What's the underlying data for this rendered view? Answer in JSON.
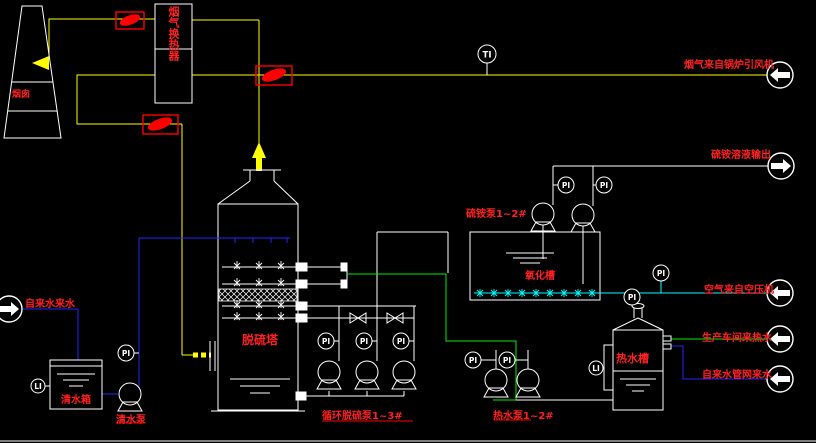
{
  "colors": {
    "background": "#000000",
    "outline": "#FFFFFF",
    "flue_gas_line": "#FFFF00",
    "water_line": "#2424FF",
    "hot_water_line": "#00EE00",
    "air_line": "#00FFFF",
    "label_red": "#FF2020"
  },
  "equipment": {
    "chimney": "烟囱",
    "heat_exchanger": "烟气换热器",
    "tower": "脱硫塔",
    "oxidation_tank": "氧化槽",
    "hot_water_tank": "热水槽",
    "clean_water_tank": "清水箱"
  },
  "pumps": {
    "circulation": "循环脱硫泵1~3#",
    "sulfate": "硫铵泵1~2#",
    "hot_water": "热水泵1~2#",
    "clean_water": "清水泵"
  },
  "streams": {
    "flue_gas_in": "烟气来自锅炉引风机",
    "sulfate_solution_out": "硫铵溶液输出",
    "air_in": "空气来自空压机",
    "hot_water_in": "生产车间来热水",
    "tap_water_in_right": "自来水管网来水",
    "tap_water_in_left": "自来水来水"
  },
  "instruments": {
    "ti": "TI",
    "pi": "PI",
    "li": "LI"
  }
}
